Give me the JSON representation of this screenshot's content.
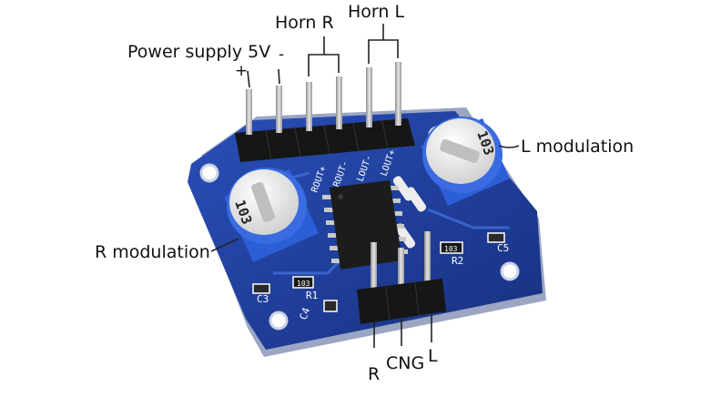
{
  "labels": {
    "power": "Power supply 5V",
    "plus": "+",
    "minus": "-",
    "horn_r": "Horn R",
    "horn_l": "Horn L",
    "l_mod": "L modulation",
    "r_mod": "R modulation",
    "r": "R",
    "cng": "CNG",
    "l": "L"
  },
  "silkscreen": {
    "pot_left": "103",
    "pot_right": "103",
    "out_labels": [
      "ROUT+",
      "ROUT-",
      "LOUT-",
      "LOUT+"
    ],
    "c3": "C3",
    "c4": "C4",
    "c5": "C5",
    "r1": "R1",
    "r2": "R2",
    "r_code_1": "103",
    "r_code_2": "103"
  },
  "colors": {
    "pcb": "#1f3f9e",
    "pcb_dark": "#142a6e",
    "pot_body": "#2c5fd6",
    "pot_knob": "#f2f2f2",
    "pin": "#b8b8b8",
    "header": "#161616",
    "chip": "#1a1a1a",
    "line": "#222222"
  }
}
